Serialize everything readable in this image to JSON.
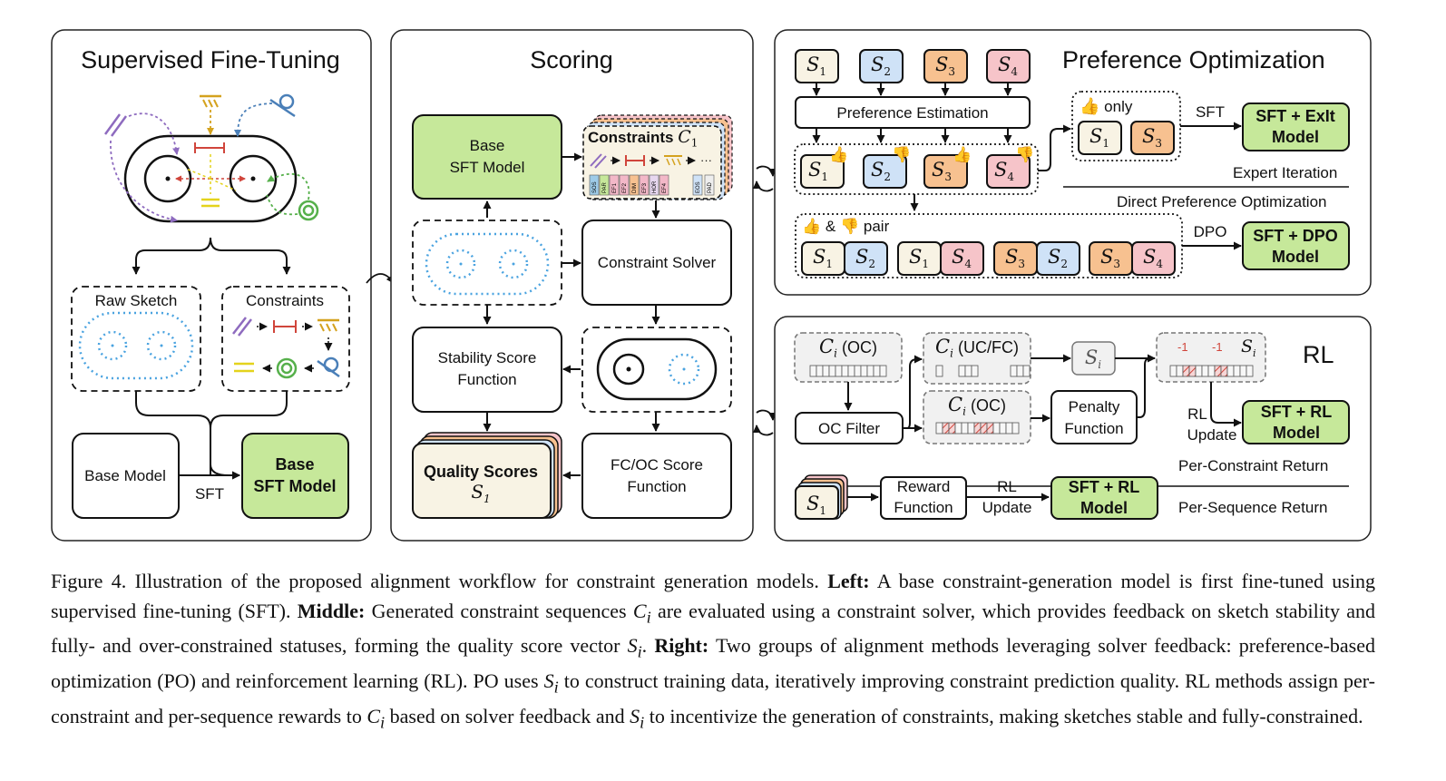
{
  "panels": {
    "sft": {
      "title": "Supervised Fine-Tuning",
      "raw_sketch": "Raw Sketch",
      "constraints": "Constraints",
      "base_model": "Base Model",
      "arrow_label": "SFT",
      "base_sft_model": [
        "Base",
        "SFT Model"
      ]
    },
    "scoring": {
      "title": "Scoring",
      "base_sft_model": [
        "Base",
        "SFT Model"
      ],
      "constraints_title": "Constraints",
      "constraints_var": "C",
      "constraints_sub": "1",
      "token_labels": [
        "SOS",
        "PAR",
        "EF1",
        "EF2",
        "DIM",
        "EF3",
        "HOR",
        "EF4",
        "EOS",
        "PAD"
      ],
      "constraint_solver": "Constraint Solver",
      "stability": [
        "Stability Score",
        "Function"
      ],
      "quality_scores": "Quality Scores",
      "quality_var": "S",
      "quality_sub": "1",
      "fcoc": [
        "FC/OC Score",
        "Function"
      ]
    },
    "po": {
      "title": "Preference Optimization",
      "s_labels": [
        "1",
        "2",
        "3",
        "4"
      ],
      "preference_estimation": "Preference Estimation",
      "only": "only",
      "sft_arrow": "SFT",
      "sft_exit": [
        "SFT + ExIt",
        "Model"
      ],
      "expert_iteration": "Expert Iteration",
      "dpo_full": "Direct Preference Optimization",
      "pair_amp": "&",
      "pair": "pair",
      "dpo_arrow": "DPO",
      "sft_dpo": [
        "SFT + DPO",
        "Model"
      ],
      "pairs": [
        [
          "1",
          "2"
        ],
        [
          "1",
          "4"
        ],
        [
          "3",
          "2"
        ],
        [
          "3",
          "4"
        ]
      ]
    },
    "rl": {
      "title": "RL",
      "ci_oc": "(OC)",
      "ci_ucfc": "(UC/FC)",
      "ci_oc2": "(OC)",
      "oc_filter": "OC Filter",
      "penalty": [
        "Penalty",
        "Function"
      ],
      "si": "S",
      "si_sub": "i",
      "neg_one": "-1",
      "rl_update_side": [
        "RL",
        "Update"
      ],
      "sft_rl": [
        "SFT + RL",
        "Model"
      ],
      "per_constraint": "Per-Constraint Return",
      "reward": [
        "Reward",
        "Function"
      ],
      "rl_update": [
        "RL",
        "Update"
      ],
      "per_sequence": "Per-Sequence Return"
    }
  },
  "colors": {
    "green": "#c6e89a",
    "cream": "#f8f3e4",
    "blue": "#cfe2f7",
    "orange": "#f7c190",
    "pink": "#f6c4c9",
    "sketch_blue": "#4aa3e0",
    "purple": "#8e6bbf",
    "red": "#d0453b",
    "gold": "#d4a21e",
    "yellow": "#e4d31c",
    "green_icon": "#56b04b",
    "steel_blue": "#4a7fb8"
  },
  "caption": {
    "fig_label": "Figure 4.",
    "intro": " Illustration of the proposed alignment workflow for constraint generation models. ",
    "left_label": "Left:",
    "left_text": " A base constraint-generation model is first fine-tuned using supervised fine-tuning (SFT). ",
    "middle_label": "Middle:",
    "middle_text_a": " Generated constraint sequences ",
    "middle_text_b": " are evaluated using a constraint solver, which provides feedback on sketch stability and fully- and over-constrained statuses, forming the quality score vector ",
    "middle_text_c": ". ",
    "right_label": "Right:",
    "right_text_a": " Two groups of alignment methods leveraging solver feedback: preference-based optimization (PO) and reinforcement learning (RL). PO uses ",
    "right_text_b": " to construct training data, iteratively improving constraint prediction quality. RL methods assign per-constraint and per-sequence rewards to ",
    "right_text_c": " based on solver feedback and ",
    "right_text_d": " to incentivize the generation of constraints, making sketches stable and fully-constrained.",
    "var_c": "C",
    "var_s": "S",
    "sub_i": "i"
  }
}
